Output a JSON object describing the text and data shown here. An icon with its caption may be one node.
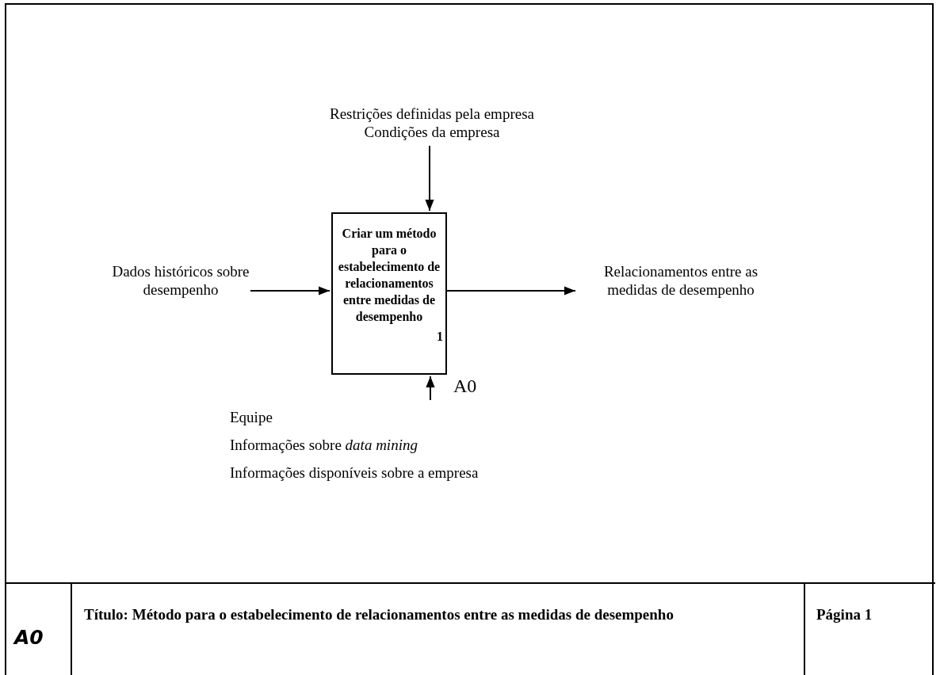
{
  "diagram": {
    "title": "Título: Método para o estabelecimento de relacionamentos entre as medidas de desempenho",
    "nodes": [
      {
        "text": [
          "Criar um método para o estabelecimento de relacionamentos entre medidas de desempenho",
          "1"
        ],
        "beside": [
          "A0"
        ]
      },
      {
        "text": [
          "Restrições definidas pela empresa",
          "Condições da empresa"
        ]
      },
      {
        "text": [
          "Dados históricos sobre desempenho"
        ]
      },
      {
        "text": [
          "Relacionamentos entre as medidas de desempenho"
        ]
      },
      {
        "text": [
          "Equipe",
          "Informações sobre *data mining*",
          "Informações disponíveis sobre a empresa"
        ]
      }
    ],
    "edges": [
      {
        "from": 1,
        "to": 0,
        "arrow": "to"
      },
      {
        "from": 2,
        "to": 0,
        "arrow": "to"
      },
      {
        "from": 0,
        "to": 3,
        "arrow": "to"
      },
      {
        "from": 4,
        "to": 0,
        "arrow": "to"
      }
    ],
    "labels": [
      "A0",
      "Página 1"
    ]
  }
}
